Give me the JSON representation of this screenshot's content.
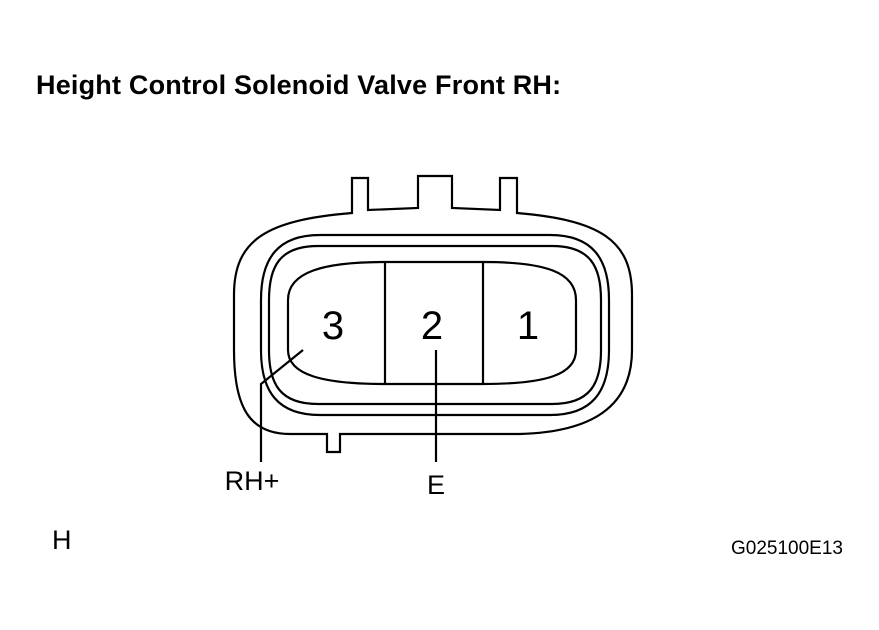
{
  "title": "Height Control Solenoid Valve Front RH:",
  "connector": {
    "pins": [
      {
        "number": "3"
      },
      {
        "number": "2"
      },
      {
        "number": "1"
      }
    ],
    "callouts": [
      {
        "label": "RH+",
        "pin": "3"
      },
      {
        "label": "E",
        "pin": "2"
      }
    ]
  },
  "corner_label": "H",
  "figure_id": "G025100E13"
}
